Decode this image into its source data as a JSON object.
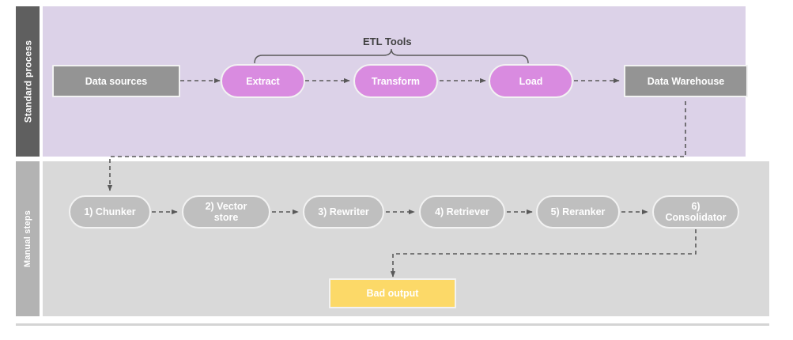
{
  "diagram": {
    "title": "ETL standard process and manual RAG steps",
    "lanes": [
      {
        "id": "standard",
        "label": "Standard process",
        "band_color": "#DCD2E8",
        "label_color": "#5F5F5F"
      },
      {
        "id": "manual",
        "label": "Manual steps",
        "band_color": "#D9D9D9",
        "label_color": "#B3B3B3"
      }
    ],
    "annotations": [
      {
        "id": "etl-tools",
        "label": "ETL Tools",
        "type": "curly-brace-caption",
        "spans": [
          "extract",
          "transform",
          "load"
        ]
      }
    ],
    "nodes": [
      {
        "id": "data-sources",
        "label": "Data sources",
        "shape": "rect",
        "fill": "#949494",
        "lane": "standard"
      },
      {
        "id": "extract",
        "label": "Extract",
        "shape": "pill",
        "fill": "#D98BE0",
        "lane": "standard"
      },
      {
        "id": "transform",
        "label": "Transform",
        "shape": "pill",
        "fill": "#D98BE0",
        "lane": "standard"
      },
      {
        "id": "load",
        "label": "Load",
        "shape": "pill",
        "fill": "#D98BE0",
        "lane": "standard"
      },
      {
        "id": "data-warehouse",
        "label": "Data Warehouse",
        "shape": "rect",
        "fill": "#949494",
        "lane": "standard"
      },
      {
        "id": "chunker",
        "label": "1) Chunker",
        "shape": "pill",
        "fill": "#BFBFBF",
        "lane": "manual"
      },
      {
        "id": "vector-store",
        "label": "2) Vector store",
        "shape": "pill",
        "fill": "#BFBFBF",
        "lane": "manual"
      },
      {
        "id": "rewriter",
        "label": "3) Rewriter",
        "shape": "pill",
        "fill": "#BFBFBF",
        "lane": "manual"
      },
      {
        "id": "retriever",
        "label": "4) Retriever",
        "shape": "pill",
        "fill": "#BFBFBF",
        "lane": "manual"
      },
      {
        "id": "reranker",
        "label": "5) Reranker",
        "shape": "pill",
        "fill": "#BFBFBF",
        "lane": "manual"
      },
      {
        "id": "consolidator",
        "label": "6) Consolidator",
        "shape": "pill",
        "fill": "#BFBFBF",
        "lane": "manual"
      },
      {
        "id": "bad-output",
        "label": "Bad output",
        "shape": "rect",
        "fill": "#FCD968",
        "lane": "manual"
      }
    ],
    "edges": [
      {
        "from": "data-sources",
        "to": "extract",
        "style": "dashed-arrow"
      },
      {
        "from": "extract",
        "to": "transform",
        "style": "dashed-arrow"
      },
      {
        "from": "transform",
        "to": "load",
        "style": "dashed-arrow"
      },
      {
        "from": "load",
        "to": "data-warehouse",
        "style": "dashed-arrow"
      },
      {
        "from": "data-warehouse",
        "to": "chunker",
        "style": "dashed-arrow-elbow"
      },
      {
        "from": "chunker",
        "to": "vector-store",
        "style": "dashed-arrow"
      },
      {
        "from": "vector-store",
        "to": "rewriter",
        "style": "dashed-arrow"
      },
      {
        "from": "rewriter",
        "to": "retriever",
        "style": "dashed-arrow"
      },
      {
        "from": "retriever",
        "to": "reranker",
        "style": "dashed-arrow"
      },
      {
        "from": "reranker",
        "to": "consolidator",
        "style": "dashed-arrow"
      },
      {
        "from": "consolidator",
        "to": "bad-output",
        "style": "dashed-arrow-elbow"
      }
    ],
    "vector_store_line1": "2) Vector",
    "vector_store_line2": "store",
    "consolidator_line1": "6)",
    "consolidator_line2": "Consolidator"
  }
}
